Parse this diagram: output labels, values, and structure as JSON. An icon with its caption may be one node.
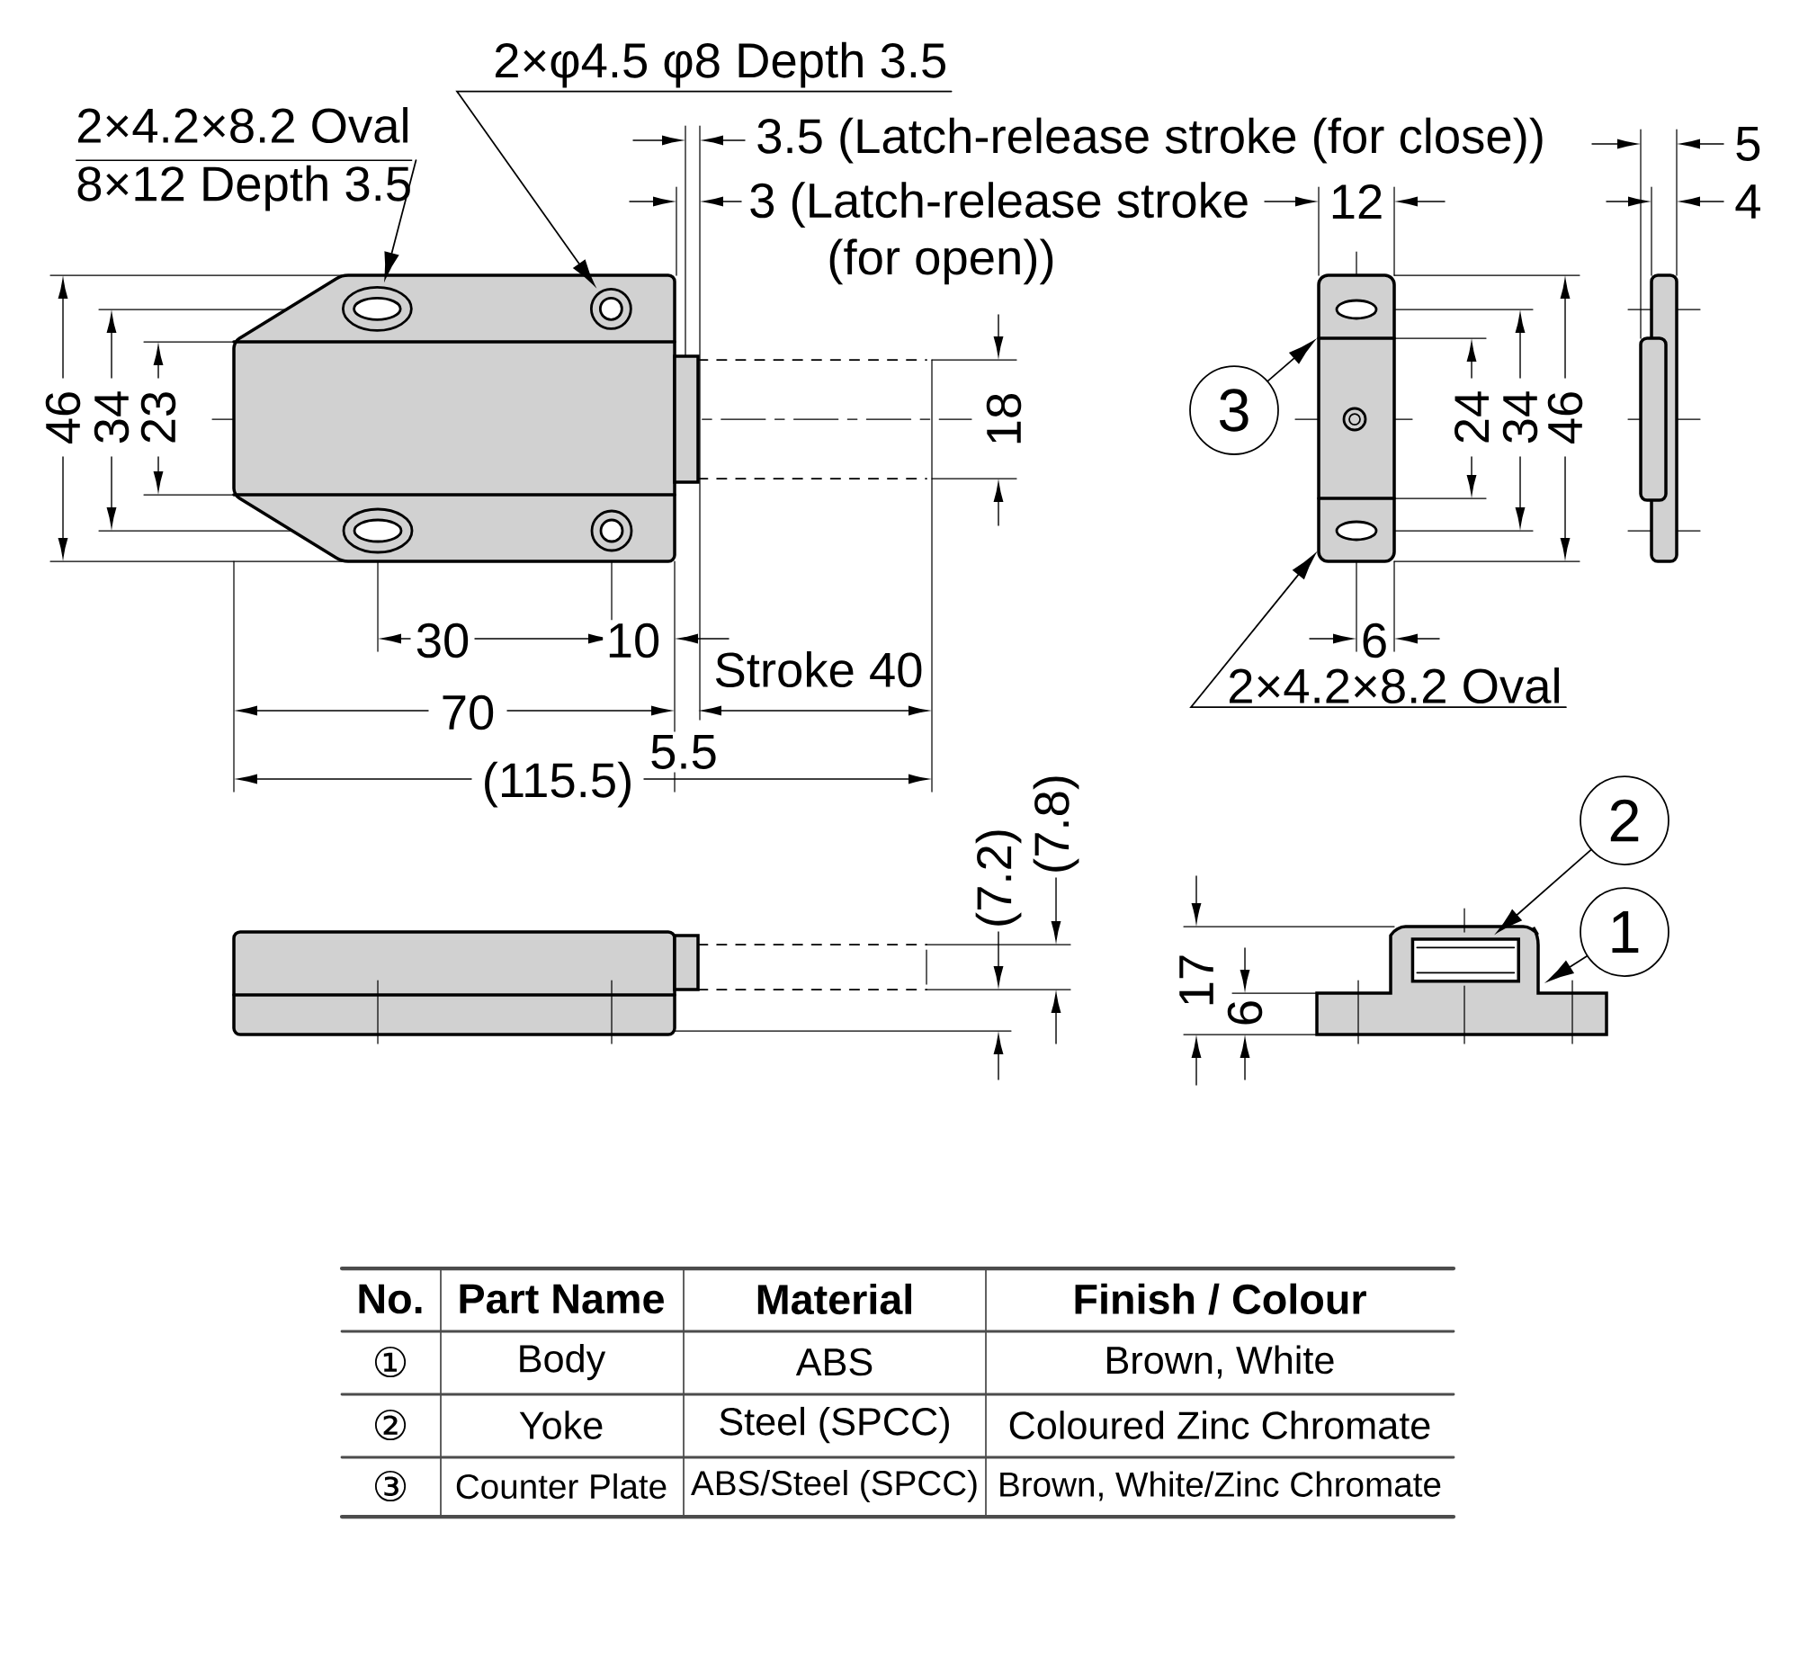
{
  "diagram": {
    "nodes": [
      {
        "text": [
          "2×4.2×8.2 Oval",
          "8×12 Depth 3.5"
        ]
      },
      {
        "text": [
          "2×φ4.5 φ8 Depth 3.5"
        ]
      },
      {
        "text": [
          "3"
        ]
      },
      {
        "text": [
          "2×4.2×8.2 Oval"
        ]
      },
      {
        "text": [
          "2"
        ]
      },
      {
        "text": [
          "1"
        ]
      },
      {
        "text": [],
        "shape": "picture"
      },
      {
        "text": [],
        "shape": "oval",
        "in": 6
      },
      {
        "text": [],
        "shape": "circle",
        "in": 6
      },
      {
        "text": [],
        "shape": "picture"
      },
      {
        "text": [],
        "shape": "picture"
      },
      {
        "text": [],
        "shape": "box",
        "in": 10
      }
    ],
    "edges": [
      {
        "from": 0,
        "to": 7,
        "arrow": "to"
      },
      {
        "from": 1,
        "to": 8,
        "arrow": "to"
      },
      {
        "from": 2,
        "to": 9,
        "arrow": "to"
      },
      {
        "from": 3,
        "to": 9,
        "arrow": "to"
      },
      {
        "from": 4,
        "to": 11,
        "arrow": "to"
      },
      {
        "from": 5,
        "to": 10,
        "arrow": "to"
      }
    ],
    "labels": [
      "3.5 (Latch-release stroke (for close))",
      "3 (Latch-release stroke (for open))",
      "12",
      "5",
      "4",
      "46",
      "34",
      "23",
      "18",
      "24",
      "34",
      "46",
      "30",
      "10",
      "6",
      "Stroke 40",
      "70",
      "5.5",
      "(115.5)",
      "(7.2)",
      "(7.8)",
      "17",
      "6",
      "No.",
      "Part Name",
      "Material",
      "Finish / Colour",
      "①",
      "Body",
      "ABS",
      "Brown, White",
      "②",
      "Yoke",
      "Steel (SPCC)",
      "Coloured Zinc Chromate",
      "③",
      "Counter Plate",
      "ABS/Steel (SPCC)",
      "Brown, White/Zinc Chromate"
    ]
  }
}
